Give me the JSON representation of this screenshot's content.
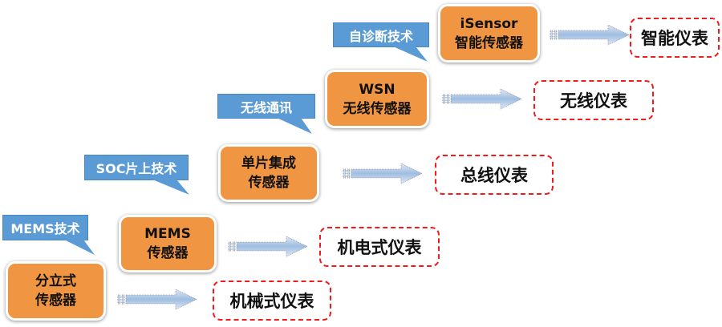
{
  "diagram": {
    "stages": [
      {
        "technology": "MEMS技术",
        "sensor": {
          "line1": "分立式",
          "line2": "传感器"
        },
        "instrument": "机械式仪表"
      },
      {
        "technology": "SOC片上技术",
        "sensor": {
          "line1": "MEMS",
          "line2": "传感器"
        },
        "instrument": "机电式仪表"
      },
      {
        "technology": "无线通讯",
        "sensor": {
          "line1": "单片集成",
          "line2": "传感器"
        },
        "instrument": "总线仪表"
      },
      {
        "technology": "自诊断技术",
        "sensor": {
          "line1": "WSN",
          "line2": "无线传感器"
        },
        "instrument": "无线仪表"
      },
      {
        "technology": "",
        "sensor": {
          "line1": "iSensor",
          "line2": "智能传感器"
        },
        "instrument": "智能仪表"
      }
    ],
    "colors": {
      "sensor_fill": "#f09541",
      "callout_fill": "#5b9bd5",
      "dashed_border": "#f01b1b",
      "arrow_fill": "#a9c4e4"
    }
  }
}
